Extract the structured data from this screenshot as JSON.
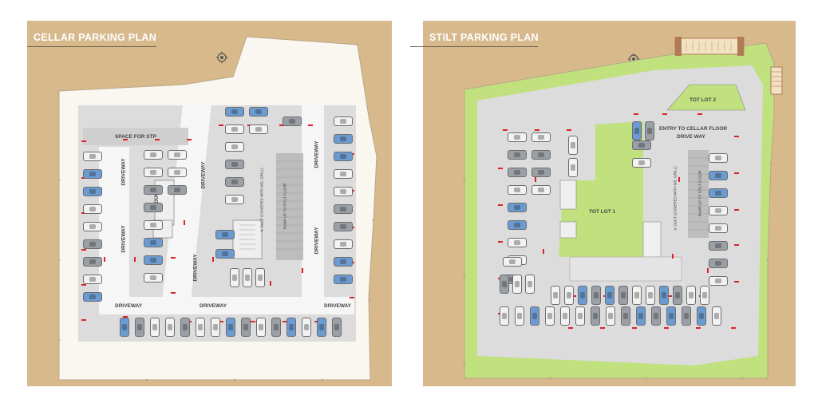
{
  "cellar": {
    "title": "CELLAR PARKING PLAN",
    "labels": {
      "space_for_stp": "SPACE FOR STP",
      "driveway": "DRIVEWAY",
      "v_duct": "V. DUCT",
      "v_duct_covered": "V. DUCT (COVERED WITH MS. GRILL)",
      "ramp": "RAMP UP TO STILT FLOOR"
    }
  },
  "stilt": {
    "title": "STILT PARKING PLAN",
    "labels": {
      "tot_lot_1": "TOT LOT 1",
      "tot_lot_2": "TOT LOT 2",
      "entry_cellar": "ENTRY TO CELLAR FLOOR",
      "drive_way": "DRIVE WAY",
      "v_duct_covered": "V. DUCT (COVERED WITH MS. GRILL)",
      "ramp": "RAMP UP TO STILT FLOOR"
    }
  },
  "colors": {
    "background_tan": "#d7b98c",
    "site_white": "#faf6f0",
    "parking_gray": "#dcdcdc",
    "green": "#c1e07e",
    "car_blue": "#6b9bd1",
    "marker_red": "#d8232a"
  },
  "icons": [
    "compass-icon",
    "car-icon",
    "gate-icon",
    "stair-icon"
  ]
}
